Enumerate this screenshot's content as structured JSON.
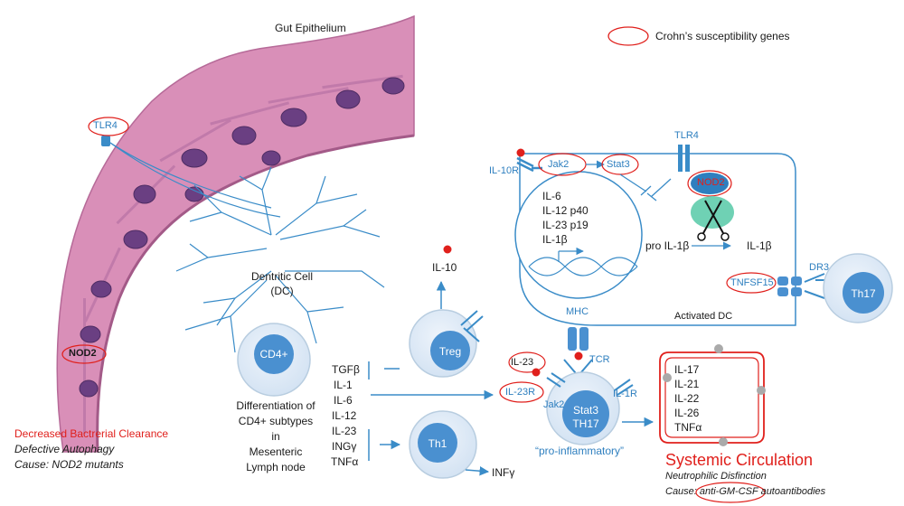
{
  "title_gut": "Gut Epithelium",
  "legend": {
    "label": "Crohn’s susceptibility genes"
  },
  "colors": {
    "accent_blue": "#3a8cc8",
    "highlight_red": "#e0201c",
    "tissue_pink": "#d98fb8",
    "nucleus_purple": "#6a3f82",
    "cell_fill": "#dbe8f5"
  },
  "epithelium": {
    "tlr4": "TLR4",
    "nod2": "NOD2"
  },
  "left_caption": {
    "line1": "Decreased Bactrerial Clearance",
    "line2": "Defective Autophagy",
    "line3": "Cause: NOD2 mutants"
  },
  "dc": {
    "line1": "Dentritic Cell",
    "line2": "(DC)"
  },
  "cd4": {
    "label": "CD4+",
    "caption": [
      "Differentiation of",
      "CD4+ subtypes",
      "in",
      "Mesenteric",
      "Lymph node"
    ]
  },
  "cytokines": [
    "TGFβ",
    "IL-1",
    "IL-6",
    "IL-12",
    "IL-23",
    "INGγ",
    "TNFα"
  ],
  "treg": {
    "label": "Treg",
    "output": "IL-10"
  },
  "th1": {
    "label": "Th1",
    "output": "INFγ"
  },
  "activated_dc": {
    "label": "Activated DC",
    "il10r": "IL-10R",
    "jak2": "Jak2",
    "stat3": "Stat3",
    "tlr4": "TLR4",
    "nod2": "NOD2",
    "nucleus_genes": [
      "IL-6",
      "IL-12 p40",
      "IL-23 p19",
      "IL-1β"
    ],
    "pro": "pro IL-1β",
    "mature": "IL-1β",
    "tnfsf15": "TNFSF15",
    "mhc": "MHC"
  },
  "th17_right": {
    "label": "Th17",
    "receptor": "DR3"
  },
  "th17_center": {
    "il23": "IL-23",
    "il23r": "IL-23R",
    "jak2": "Jak2",
    "tcr": "TCR",
    "il1r": "IL-1R",
    "stat3": "Stat3",
    "th17": "TH17",
    "caption": "“pro-inflammatory”"
  },
  "systemic": {
    "cytokines": [
      "IL-17",
      "IL-21",
      "IL-22",
      "IL-26",
      "TNFα"
    ],
    "title": "Systemic Circulation",
    "line1": "Neutrophilic Disfinction",
    "line2_prefix": "Cause: ",
    "line2_gene": "anti-GM-CSF",
    "line2_suffix": " autoantibodies"
  }
}
